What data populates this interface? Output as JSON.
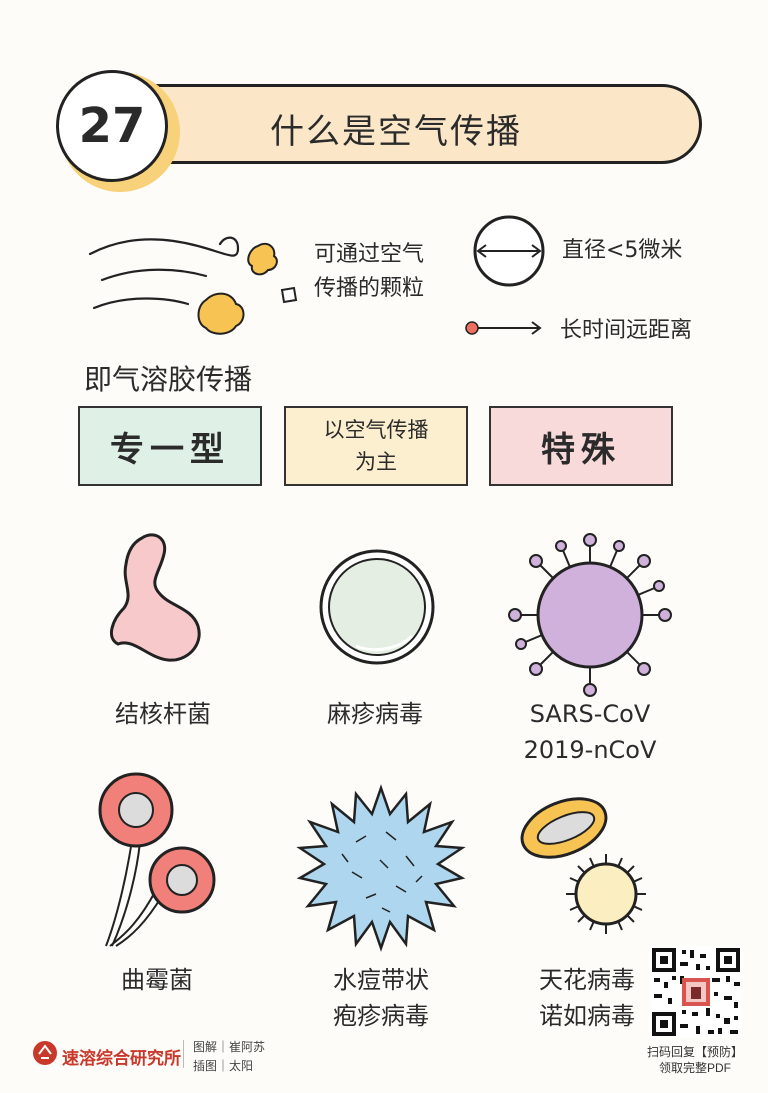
{
  "header": {
    "number": "27",
    "title": "什么是空气传播"
  },
  "legend": {
    "particles_label": [
      "可通过空气",
      "传播的颗粒"
    ],
    "diameter_label": "直径<5微米",
    "distance_label": "长时间远距离"
  },
  "aerosol_heading": "即气溶胶传播",
  "categories": [
    {
      "label": "专一型"
    },
    {
      "label": [
        "以空气传播",
        "为主"
      ]
    },
    {
      "label": "特殊"
    }
  ],
  "pathogens": {
    "row1": [
      {
        "name": "结核杆菌"
      },
      {
        "name": "麻疹病毒"
      },
      {
        "name": [
          "SARS-CoV",
          "2019-nCoV"
        ]
      }
    ],
    "row2": [
      {
        "name": "曲霉菌"
      },
      {
        "name": [
          "水痘带状",
          "疱疹病毒"
        ]
      },
      {
        "name": [
          "天花病毒",
          "诺如病毒"
        ]
      }
    ]
  },
  "footer": {
    "org": "速溶综合研究所",
    "credit_1": "图解｜崔阿苏",
    "credit_2": "插图｜太阳",
    "qr_line_1": "扫码回复【预防】",
    "qr_line_2": "领取完整PDF"
  },
  "colors": {
    "title_banner": "#fbe7c7",
    "number_sun": "#f8d27a",
    "box_green": "#dff0e6",
    "box_yellow": "#fcefcf",
    "box_pink": "#f9dada",
    "tb_pink": "#f7c9cb",
    "measles_green": "#e4eee3",
    "covid_purple": "#cfb1dc",
    "aspergillus_red": "#f08079",
    "varicella_blue": "#aed6ee",
    "smallpox_yellow": "#fbeec0",
    "org_red": "#c8392b"
  }
}
